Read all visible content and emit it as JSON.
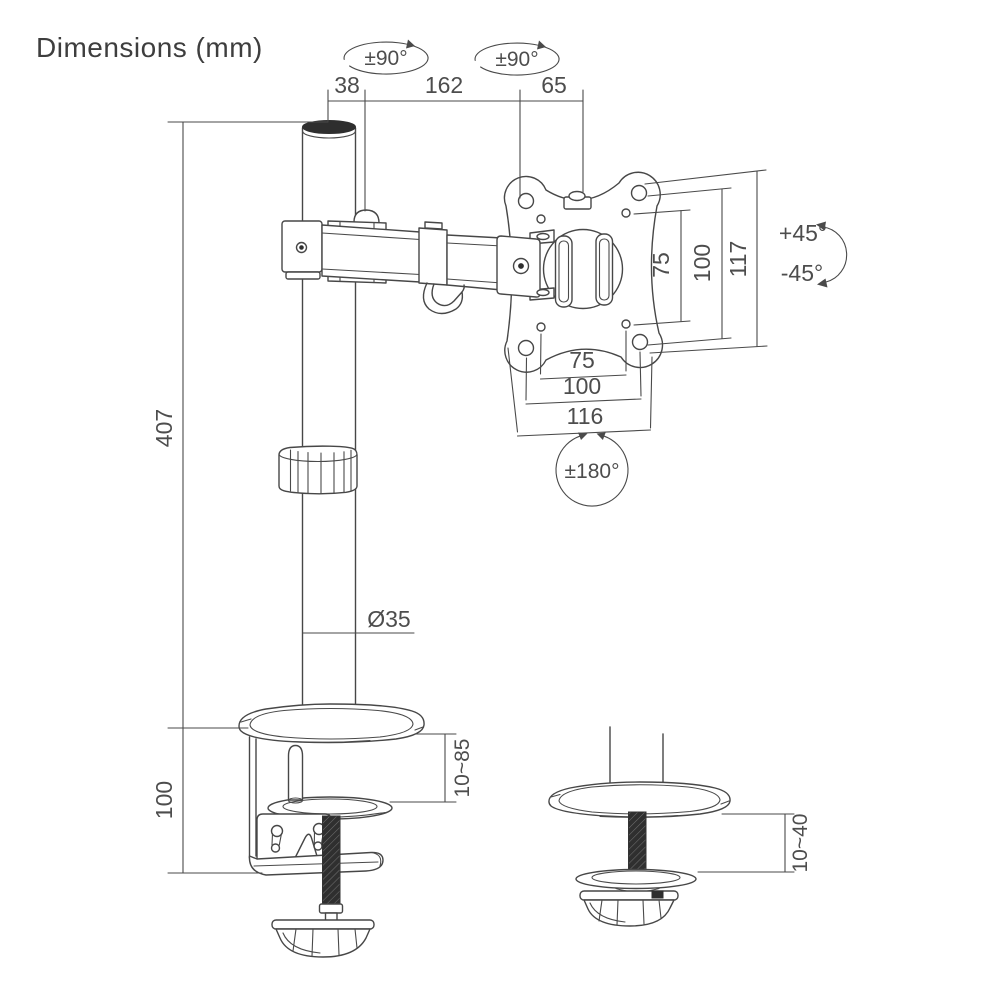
{
  "title": "Dimensions (mm)",
  "dims": {
    "top_offset": "38",
    "top_arm": "162",
    "top_head": "65",
    "pole_height": "407",
    "clamp_section_height": "100",
    "pole_diameter": "Ø35",
    "vesa_hole_inner_v": "75",
    "vesa_hole_outer_v": "100",
    "vesa_plate_height": "117",
    "vesa_hole_inner_h": "75",
    "vesa_hole_outer_h": "100",
    "vesa_plate_width": "116",
    "clamp_desk_range": "10~85",
    "grommet_desk_range": "10~40"
  },
  "rotation": {
    "arm_swivel": "±90°",
    "head_swivel": "±90°",
    "tilt_up": "+45°",
    "tilt_down": "-45°",
    "screen_rotate": "±180°"
  },
  "colors": {
    "line": "#4a4a4a",
    "text": "#4d4d4d",
    "dark_fill": "#2e2e2e",
    "background": "#ffffff"
  }
}
